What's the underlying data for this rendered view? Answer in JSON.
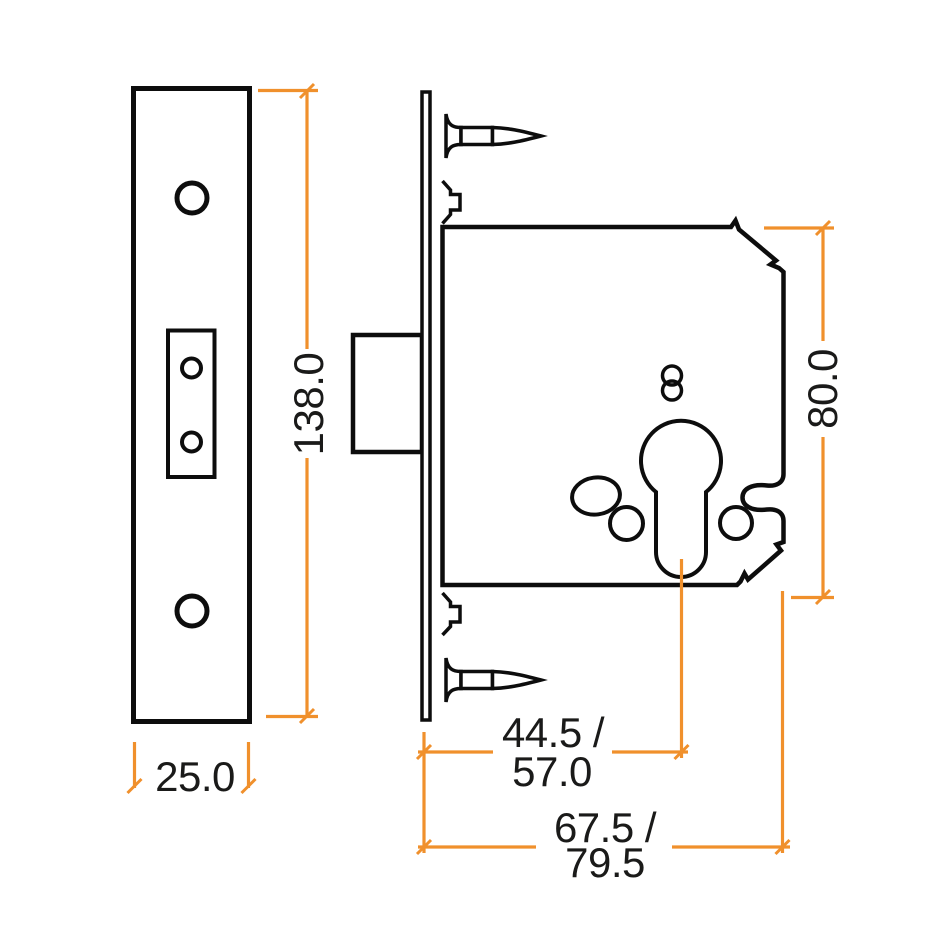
{
  "colors": {
    "background": "#ffffff",
    "outline": "#0d0d0d",
    "dimension_accent": "#f0902c",
    "label_ink": "#1a1a19"
  },
  "dimensions": {
    "faceplate_height": "138.0",
    "faceplate_width": "25.0",
    "lock_case_height": "80.0",
    "backset_line1": "44.5 /",
    "backset_line2": "57.0",
    "case_depth_line1": "67.5 /",
    "case_depth_line2": "79.5"
  }
}
